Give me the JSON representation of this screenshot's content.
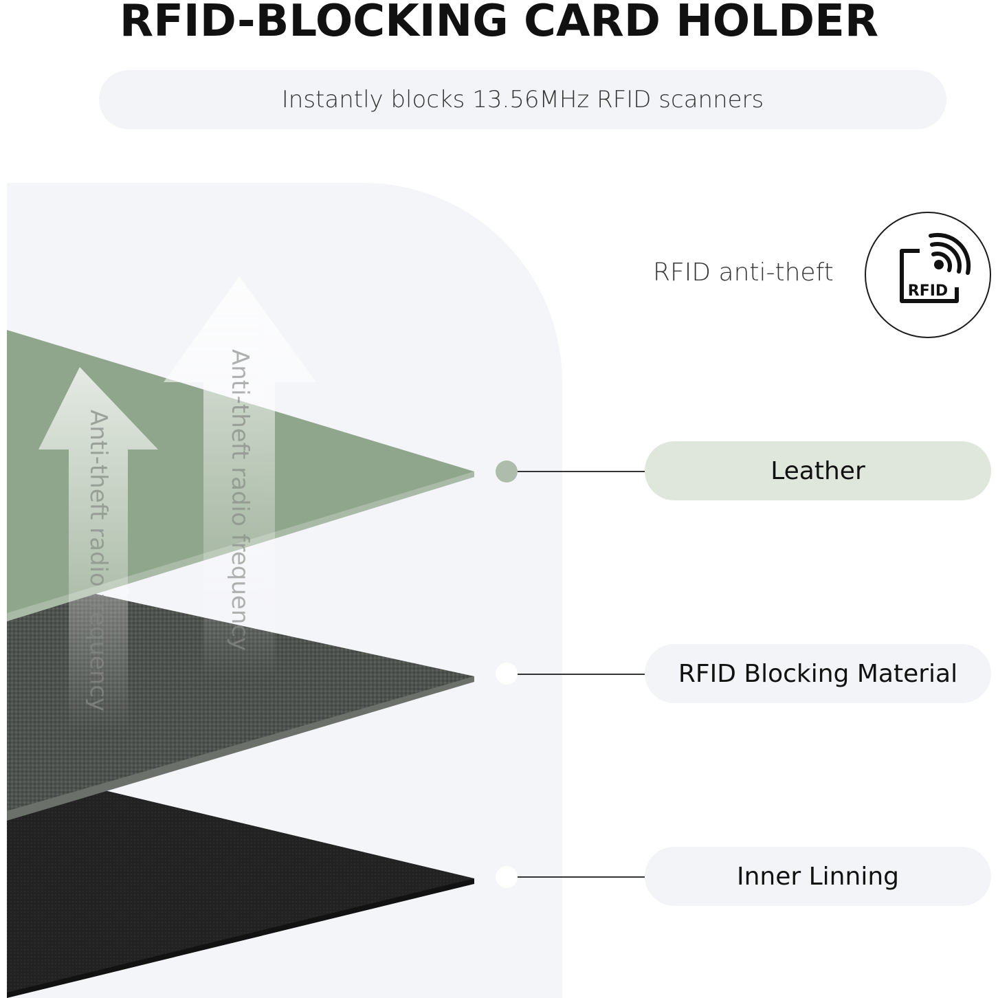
{
  "header": {
    "title": "RFID-BLOCKING CARD HOLDER",
    "subtitle": "Instantly blocks 13.56MHz RFID scanners"
  },
  "feature": {
    "label": "RFID anti-theft",
    "icon_text": "RFID",
    "icon": "rfid-card-signal-icon"
  },
  "arrows": {
    "text": "Anti-theft radio frequency"
  },
  "layers": [
    {
      "label": "Leather",
      "color": "#dfe6dc",
      "dot_color": "#aebdab"
    },
    {
      "label": "RFID Blocking Material",
      "color": "#f3f4f8",
      "dot_color": "#ffffff"
    },
    {
      "label": "Inner Linning",
      "color": "#f3f4f8",
      "dot_color": "#ffffff"
    }
  ],
  "colors": {
    "leather": "#90a68c",
    "blocking": "#4e524e",
    "lining": "#222322",
    "panel": "#f4f5f9"
  }
}
